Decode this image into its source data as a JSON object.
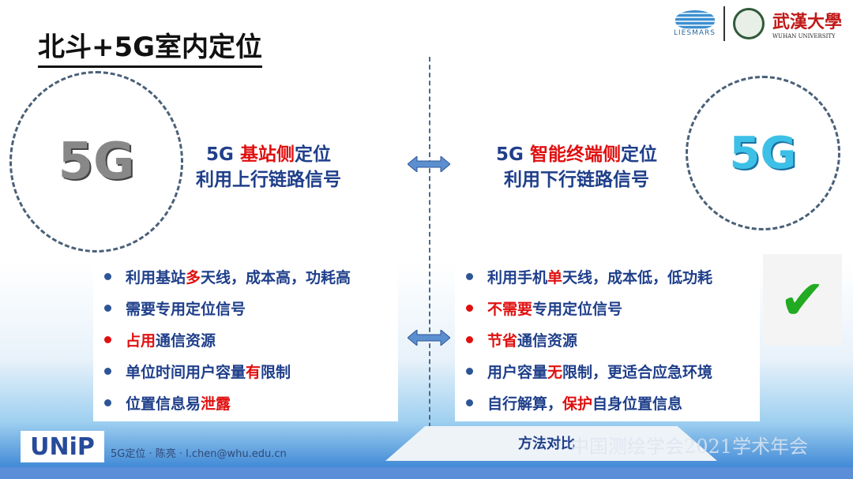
{
  "title": "北斗+5G室内定位",
  "logos": {
    "liesmars": "LIESMARS",
    "whu_cn": "武漢大學",
    "whu_en": "WUHAN UNIVERSITY"
  },
  "left": {
    "icon_text": "5G",
    "head": [
      {
        "t": "5G ",
        "red": false
      },
      {
        "t": "基站侧",
        "red": true
      },
      {
        "t": "定位",
        "red": false
      }
    ],
    "head2": "利用上行链路信号",
    "items": [
      {
        "red_dot": false,
        "segs": [
          {
            "t": "利用基站",
            "red": false
          },
          {
            "t": "多",
            "red": true
          },
          {
            "t": "天线，成本高，功耗高",
            "red": false
          }
        ]
      },
      {
        "red_dot": false,
        "segs": [
          {
            "t": "需要专用定位信号",
            "red": false
          }
        ]
      },
      {
        "red_dot": true,
        "segs": [
          {
            "t": "占用",
            "red": true
          },
          {
            "t": "通信资源",
            "red": false
          }
        ]
      },
      {
        "red_dot": false,
        "segs": [
          {
            "t": "单位时间用户容量",
            "red": false
          },
          {
            "t": "有",
            "red": true
          },
          {
            "t": "限制",
            "red": false
          }
        ]
      },
      {
        "red_dot": false,
        "segs": [
          {
            "t": "位置信息易",
            "red": false
          },
          {
            "t": "泄露",
            "red": true
          }
        ]
      }
    ]
  },
  "right": {
    "icon_text": "5G",
    "head": [
      {
        "t": "5G ",
        "red": false
      },
      {
        "t": "智能终端侧",
        "red": true
      },
      {
        "t": "定位",
        "red": false
      }
    ],
    "head2": "利用下行链路信号",
    "items": [
      {
        "red_dot": false,
        "segs": [
          {
            "t": "利用手机",
            "red": false
          },
          {
            "t": "单",
            "red": true
          },
          {
            "t": "天线，成本低，低功耗",
            "red": false
          }
        ]
      },
      {
        "red_dot": true,
        "segs": [
          {
            "t": "不需要",
            "red": true
          },
          {
            "t": "专用定位信号",
            "red": false
          }
        ]
      },
      {
        "red_dot": true,
        "segs": [
          {
            "t": "节省",
            "red": true
          },
          {
            "t": "通信资源",
            "red": false
          }
        ]
      },
      {
        "red_dot": false,
        "segs": [
          {
            "t": "用户容量",
            "red": false
          },
          {
            "t": "无",
            "red": true
          },
          {
            "t": "限制，更适合应急环境",
            "red": false
          }
        ]
      },
      {
        "red_dot": false,
        "segs": [
          {
            "t": "自行解算，",
            "red": false
          },
          {
            "t": "保护",
            "red": true
          },
          {
            "t": "自身位置信息",
            "red": false
          }
        ]
      }
    ]
  },
  "check_mark": "✔",
  "footer": {
    "logo": "UNiP",
    "text": "5G定位 · 陈亮 · l.chen@whu.edu.cn",
    "tab": "方法对比",
    "conference": "中国测绘学会2021学术年会"
  },
  "colors": {
    "red": "#e01010",
    "blue": "#1f3f8a"
  }
}
